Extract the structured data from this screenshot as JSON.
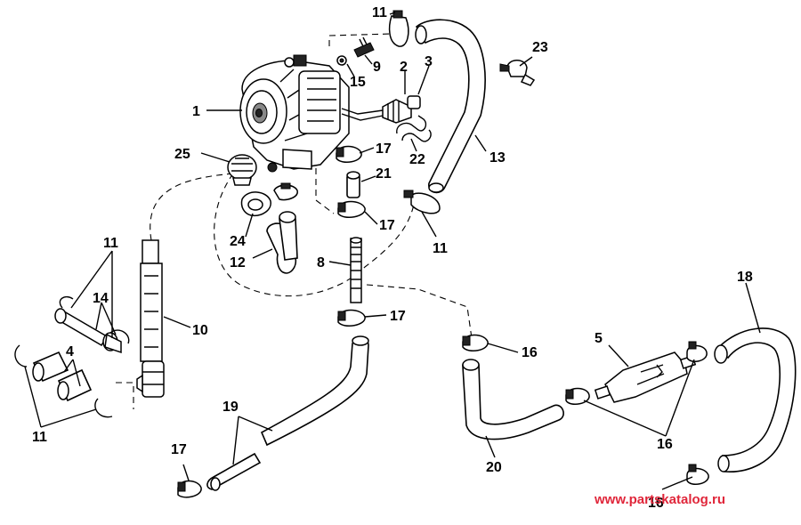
{
  "diagram": {
    "labels": {
      "l1": "1",
      "l2": "2",
      "l3": "3",
      "l4": "4",
      "l5": "5",
      "l8": "8",
      "l9": "9",
      "l10": "10",
      "l11_top": "11",
      "l11_right": "11",
      "l11_left": "11",
      "l11_bottom": "11",
      "l12": "12",
      "l13": "13",
      "l14": "14",
      "l15": "15",
      "l16_mid": "16",
      "l16_right": "16",
      "l16_bottom": "16",
      "l17_a": "17",
      "l17_b": "17",
      "l17_c": "17",
      "l17_d": "17",
      "l18": "18",
      "l19": "19",
      "l20": "20",
      "l21": "21",
      "l22": "22",
      "l23": "23",
      "l24": "24",
      "l25": "25"
    },
    "watermark": "www.partskatalog.ru"
  }
}
